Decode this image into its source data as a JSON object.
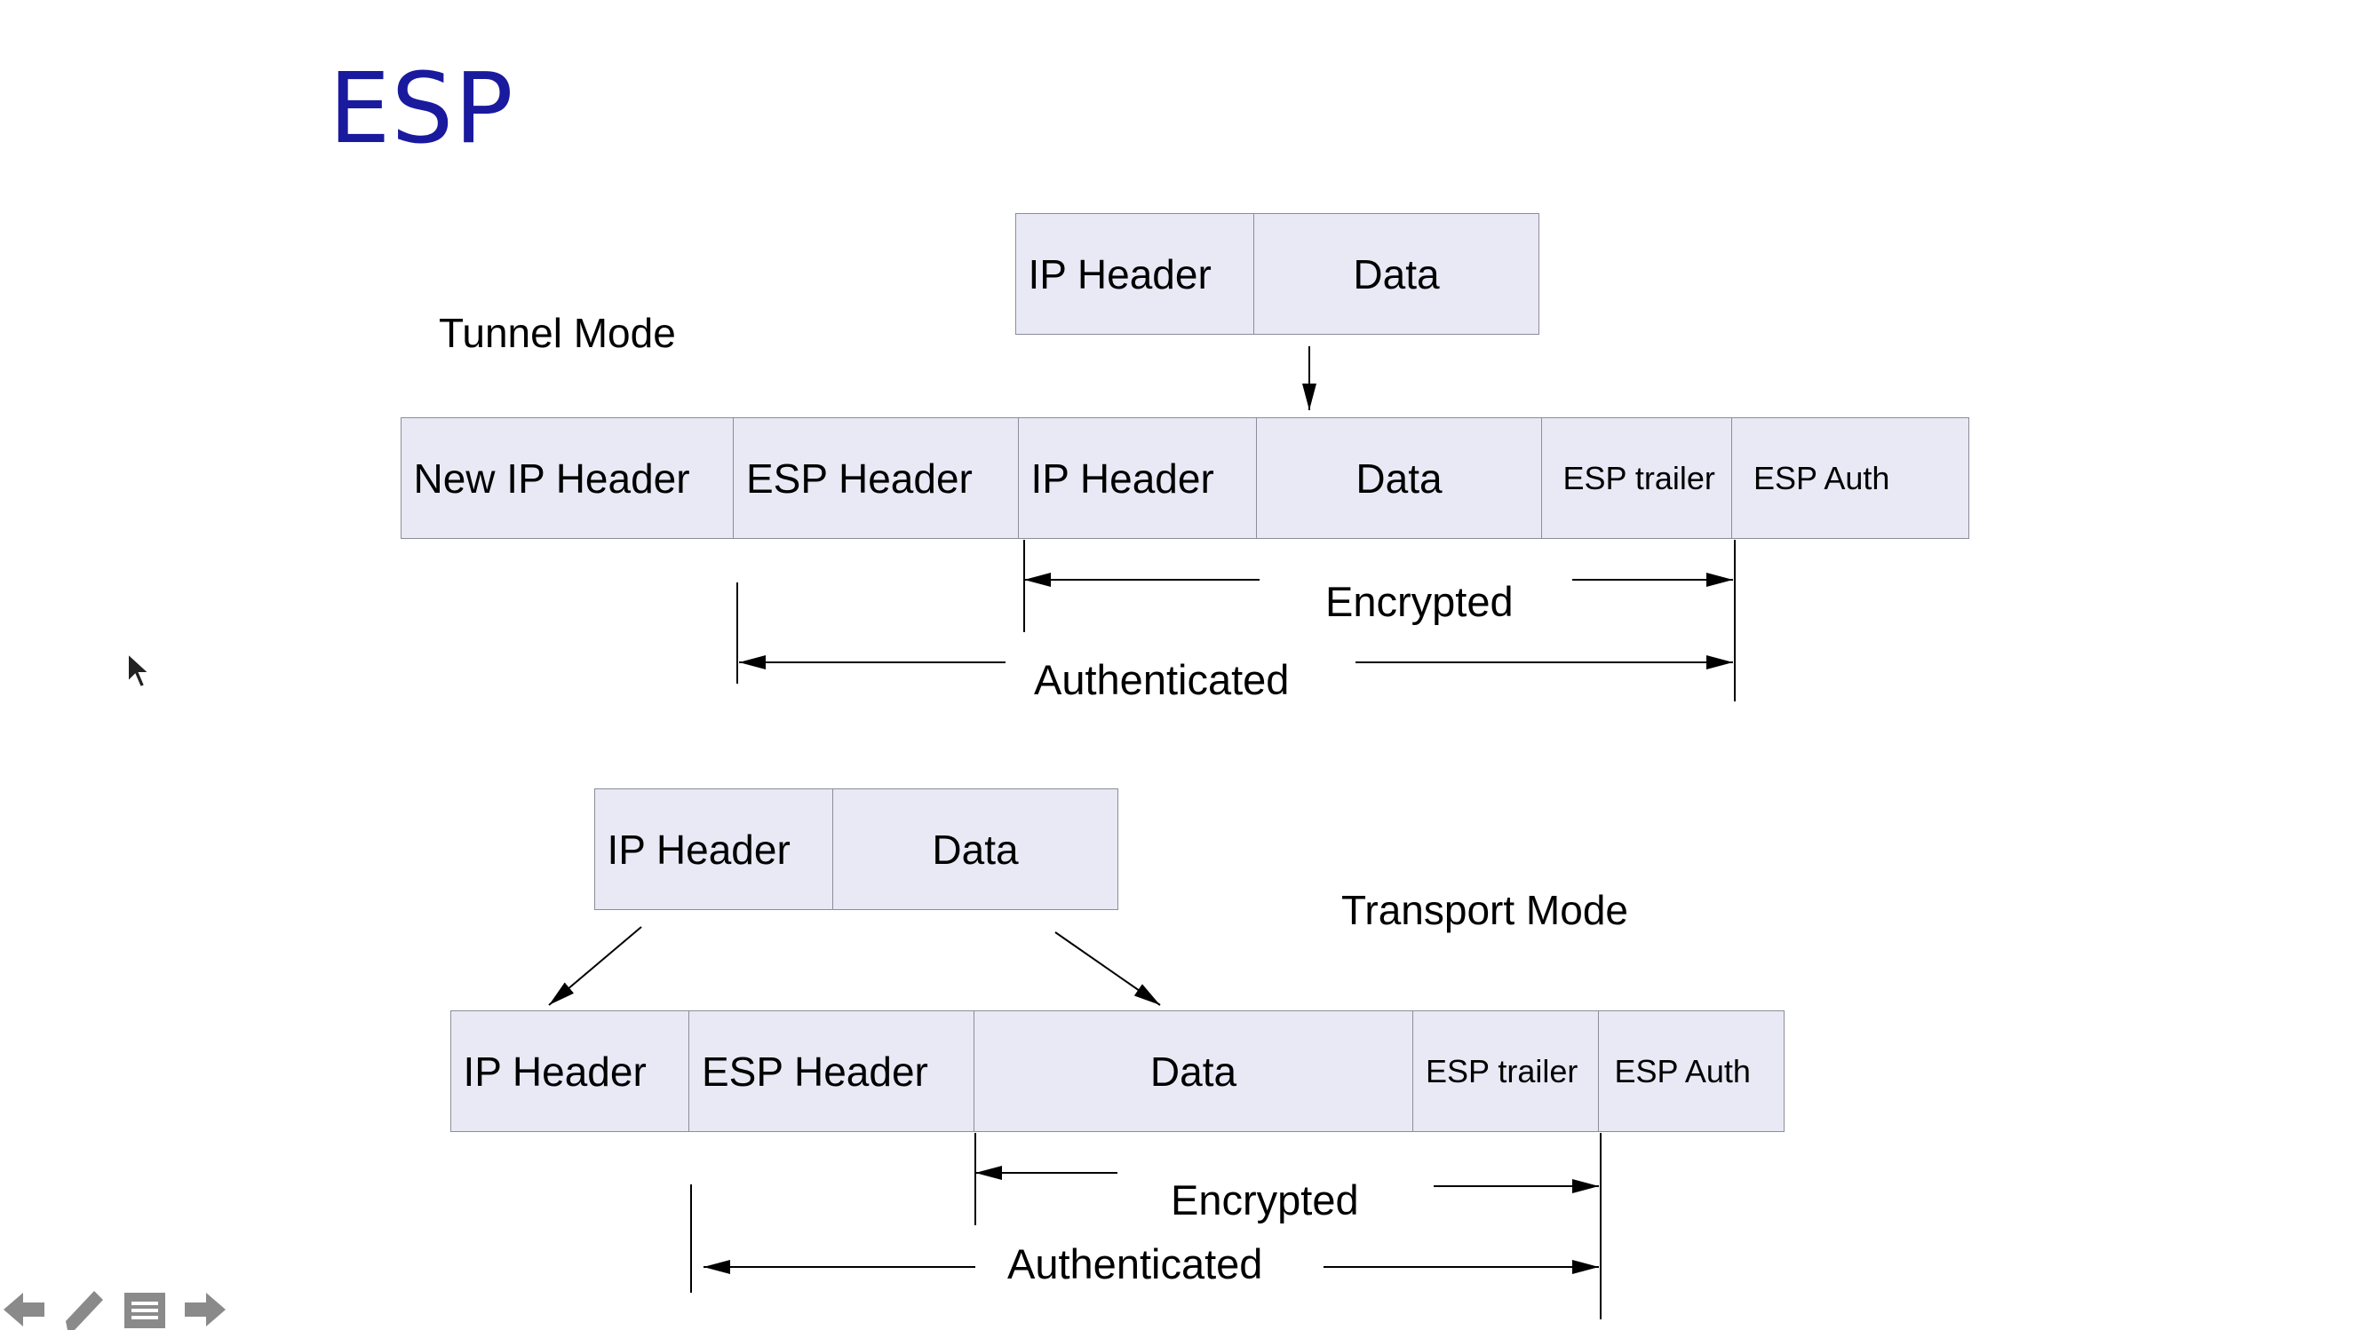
{
  "slide": {
    "title": "ESP",
    "tunnel": {
      "label": "Tunnel Mode",
      "original": [
        "IP Header",
        "Data"
      ],
      "packet": [
        "New IP Header",
        "ESP Header",
        "IP Header",
        "Data",
        "ESP trailer",
        "ESP Auth"
      ],
      "encrypted_label": "Encrypted",
      "authenticated_label": "Authenticated"
    },
    "transport": {
      "label": "Transport Mode",
      "original": [
        "IP Header",
        "Data"
      ],
      "packet": [
        "IP Header",
        "ESP Header",
        "Data",
        "ESP trailer",
        "ESP Auth"
      ],
      "encrypted_label": "Encrypted",
      "authenticated_label": "Authenticated"
    }
  },
  "toolbar": {
    "icons": [
      "arrow-left-icon",
      "pen-icon",
      "menu-icon",
      "arrow-right-icon"
    ]
  },
  "colors": {
    "title": "#1a1a9e",
    "cell_fill": "#e9e9f6",
    "cell_border": "#8c8c9a",
    "toolbar_icon": "#8a8a8a"
  }
}
